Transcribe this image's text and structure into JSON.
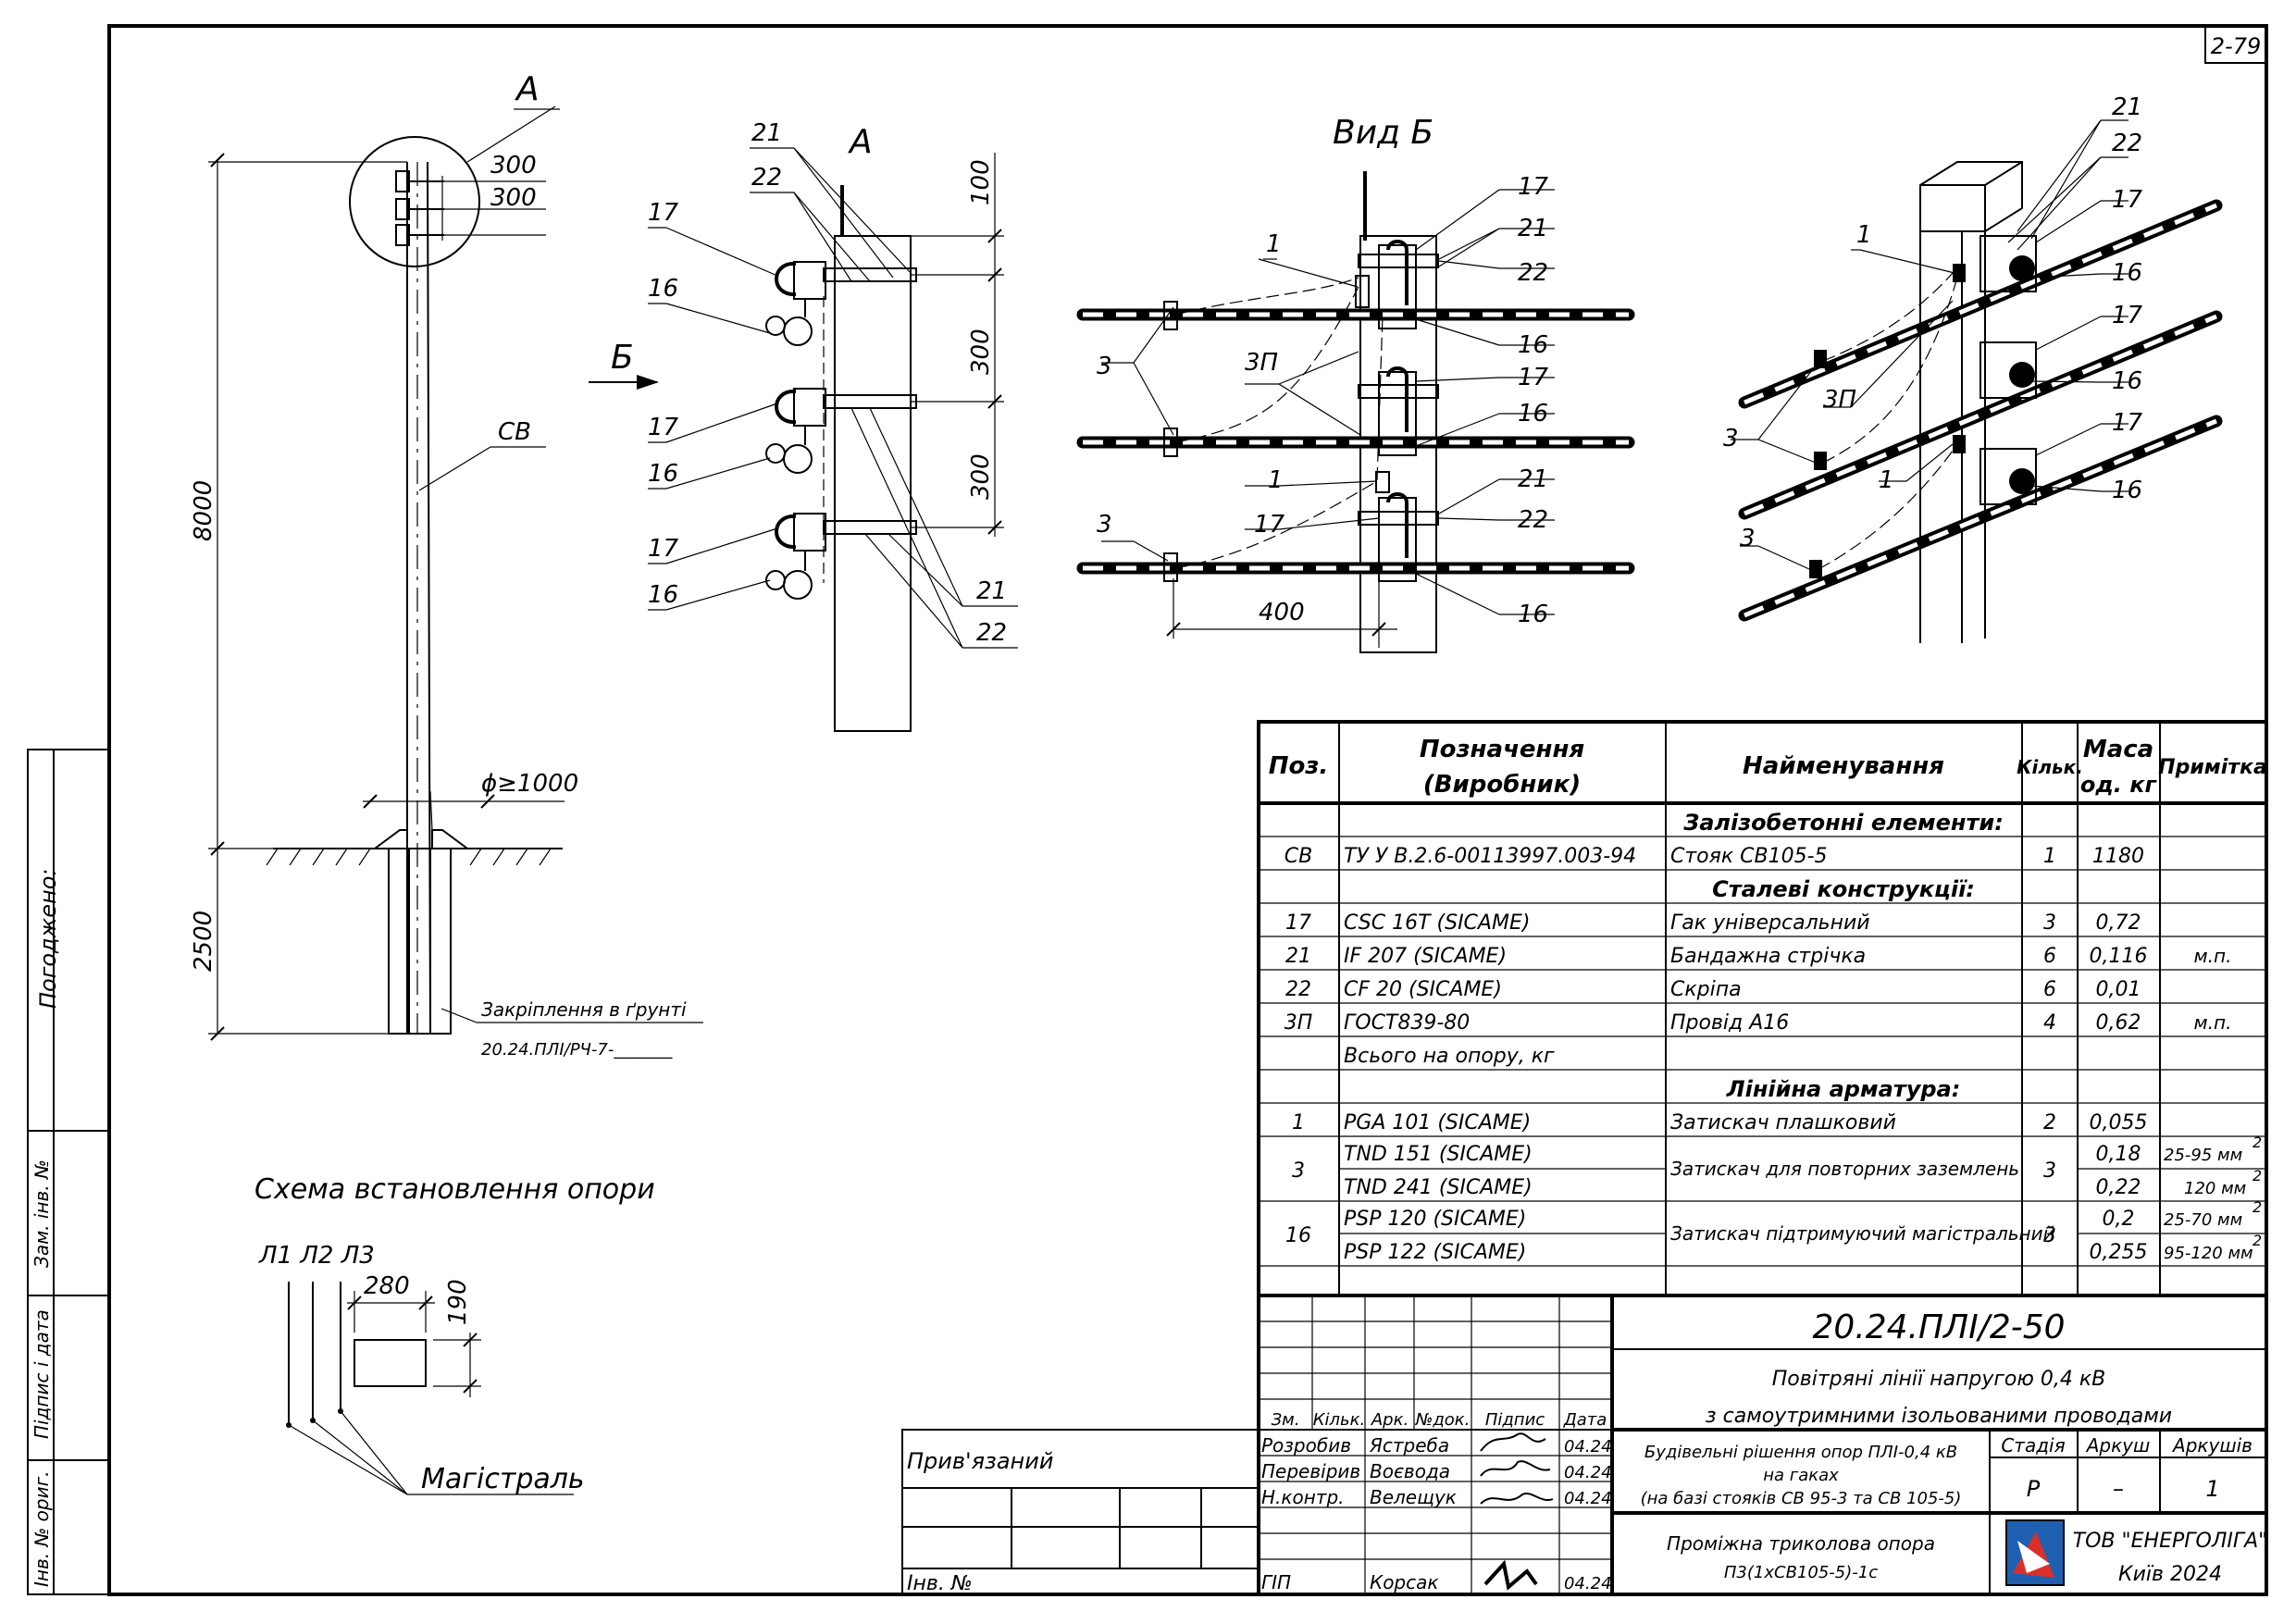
{
  "sheet_code": "2-79",
  "side_stamp": {
    "agreed": "Погоджено:",
    "inv_repl": "Зам. інв. №",
    "sign_date": "Підпис і дата",
    "inv_orig": "Інв. № ориг."
  },
  "views": {
    "label_A": "А",
    "label_B": "Б",
    "view_B": "Вид Б",
    "dim_8000": "8000",
    "dim_2500": "2500",
    "dim_300a": "300",
    "dim_300b": "300",
    "dim_100": "100",
    "dim_300c": "300",
    "dim_300d": "300",
    "dim_400": "400",
    "dim_phi": "ϕ≥1000",
    "pole": "СВ",
    "ground_1": "Закріплення в ґрунті",
    "ground_2": "20.24.ПЛІ/РЧ-7-_______",
    "p1": "1",
    "p3": "3",
    "p16": "16",
    "p17": "17",
    "p21": "21",
    "p22": "22",
    "p3P": "3П"
  },
  "scheme": {
    "title": "Схема встановлення опори",
    "lines": "Л1 Л2 Л3",
    "w": "280",
    "h": "190",
    "main": "Магістраль"
  },
  "spec": {
    "headers": {
      "pos": "Поз.",
      "desig1": "Позначення",
      "desig2": "(Виробник)",
      "name": "Найменування",
      "qty": "Кільк.",
      "mass1": "Маса",
      "mass2": "од. кг",
      "note": "Примітка"
    },
    "sec1": "Залізобетонні елементи:",
    "sec2": "Сталеві конструкції:",
    "sec3": "Лінійна арматура:",
    "total": "Всього на опору, кг",
    "rows": [
      {
        "pos": "СВ",
        "desig": "ТУ У В.2.6-00113997.003-94",
        "name": "Стояк СВ105-5",
        "qty": "1",
        "mass": "1180",
        "note": ""
      },
      {
        "pos": "17",
        "desig": "CSC 16T   (SICAME)",
        "name": "Гак універсальний",
        "qty": "3",
        "mass": "0,72",
        "note": ""
      },
      {
        "pos": "21",
        "desig": "IF 207   (SICAME)",
        "name": "Бандажна стрічка",
        "qty": "6",
        "mass": "0,116",
        "note": "м.п."
      },
      {
        "pos": "22",
        "desig": "CF 20   (SICAME)",
        "name": "Скріпа",
        "qty": "6",
        "mass": "0,01",
        "note": ""
      },
      {
        "pos": "3П",
        "desig": "ГОСТ839-80",
        "name": "Провід А16",
        "qty": "4",
        "mass": "0,62",
        "note": "м.п."
      },
      {
        "pos": "1",
        "desig": "PGA 101   (SICAME)",
        "name": "Затискач плашковий",
        "qty": "2",
        "mass": "0,055",
        "note": ""
      }
    ],
    "row3": {
      "pos": "3",
      "desig_a": "TND 151   (SICAME)",
      "desig_b": "TND 241   (SICAME)",
      "name": "Затискач для повторних заземлень",
      "qty": "3",
      "mass_a": "0,18",
      "mass_b": "0,22",
      "note_a": "25-95 мм",
      "note_b": "120 мм",
      "sup": "2"
    },
    "row16": {
      "pos": "16",
      "desig_a": "PSP 120   (SICAME)",
      "desig_b": "PSP 122   (SICAME)",
      "name": "Затискач підтримуючий магістральний",
      "qty": "3",
      "mass_a": "0,2",
      "mass_b": "0,255",
      "note_a": "25-70 мм",
      "note_b": "95-120 мм",
      "sup": "2"
    }
  },
  "title_block": {
    "doc": "20.24.ПЛІ/2-50",
    "title1": "Повітряні лінії напругою 0,4 кВ",
    "title2": "з самоутримними ізольованими проводами",
    "cols": {
      "zm": "Зм.",
      "kil": "Кільк.",
      "ark": "Арк.",
      "ndok": "№док.",
      "pidp": "Підпис",
      "data": "Дата"
    },
    "roles": [
      {
        "role": "Розробив",
        "name": "Ястреба",
        "date": "04.24"
      },
      {
        "role": "Перевірив",
        "name": "Воєвода",
        "date": "04.24"
      },
      {
        "role": "Н.контр.",
        "name": "Велещук",
        "date": "04.24"
      },
      {
        "role": "ГІП",
        "name": "Корсак",
        "date": "04.24"
      }
    ],
    "desc1": "Будівельні рішення опор ПЛІ-0,4 кВ",
    "desc2": "на гаках",
    "desc3": "(на базі стояків СВ 95-3 та СВ 105-5)",
    "stage_h": "Стадія",
    "sheet_h": "Аркуш",
    "sheets_h": "Аркушів",
    "stage": "Р",
    "sheet": "–",
    "sheets": "1",
    "sub1": "Проміжна триколова опора",
    "sub2": "П3(1хСВ105-5)-1с",
    "company1": "ТОВ \"ЕНЕРГОЛІГА\"",
    "company2": "Київ 2024",
    "bound": "Прив'язаний",
    "inv": "Інв. №"
  }
}
